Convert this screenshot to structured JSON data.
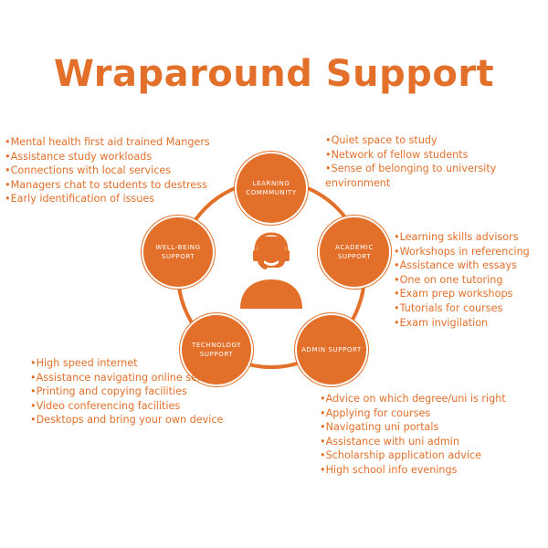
{
  "title": "Wraparound Support",
  "colors": {
    "accent": "#e2702b",
    "text_on_accent": "#ffffff",
    "background": "#ffffff"
  },
  "center": {
    "icon": "person-headset-icon"
  },
  "nodes": [
    {
      "key": "learning",
      "label": "LEARNING COMMMUNITY",
      "items": [
        "Quiet space to study",
        "Network of fellow students",
        "Sense of belonging to university environment"
      ]
    },
    {
      "key": "academic",
      "label": "ACADEMIC SUPPORT",
      "items": [
        "Learning skills advisors",
        "Workshops in referencing",
        "Assistance with essays",
        "One on one tutoring",
        "Exam prep workshops",
        "Tutorials for courses",
        "Exam invigilation"
      ]
    },
    {
      "key": "admin",
      "label": "ADMIN SUPPORT",
      "items": [
        "Advice on which degree/uni is right",
        "Applying for courses",
        "Navigating uni portals",
        "Assistance with uni admin",
        "Scholarship application advice",
        "High school info evenings"
      ]
    },
    {
      "key": "technology",
      "label": "TECHNOLOGY SUPPORT",
      "items": [
        "High speed internet",
        "Assistance navigating online services",
        "Printing and copying facilities",
        "Video conferencing facilities",
        "Desktops and bring your own device"
      ]
    },
    {
      "key": "wellbeing",
      "label": "WELL-BEING SUPPORT",
      "items": [
        "Mental health first aid trained Mangers",
        "Assistance study workloads",
        "Connections with local services",
        "Managers chat to students to destress",
        "Early identification of issues"
      ]
    }
  ]
}
